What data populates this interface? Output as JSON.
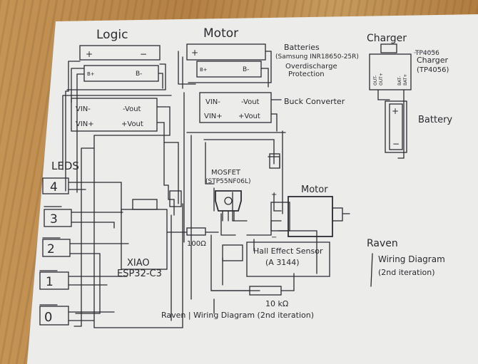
{
  "labels": {
    "logic": "Logic",
    "motor_top": "Motor",
    "charger": "Charger",
    "tp4056_strike": "TP4056",
    "batteries_1": "Batteries",
    "batteries_2": "(Samsung INR18650-25R)",
    "batteries_3": "Overdischarge",
    "batteries_4": "Protection",
    "charger_right_1": "Charger",
    "charger_right_2": "(TP4056)",
    "buck": "Buck Converter",
    "battery": "Battery",
    "leds": "LEDS",
    "mosfet_1": "MOSFET",
    "mosfet_2": "(STP55NF06L)",
    "motor_mid": "Motor",
    "xiao_1": "XIAO",
    "xiao_2": "ESP32-C3",
    "resistor_100": "100Ω",
    "hall_1": "Hall Effect Sensor",
    "hall_2": "(A 3144)",
    "resistor_10k": "10 kΩ",
    "raven_1": "Raven",
    "raven_2": "Wiring Diagram",
    "raven_3": "(2nd iteration)",
    "faded": "Raven | Wiring Diagram (2nd iteration)",
    "vin_minus": "VIN-",
    "vin_plus": "VIN+",
    "vout_minus": "-Vout",
    "vout_plus": "+Vout",
    "b_plus": "B+",
    "b_minus": "B-",
    "plus": "+",
    "minus": "−",
    "out_minus": "OUT-",
    "out_plus": "OUT+",
    "bat_minus": "BAT-",
    "bat_plus": "BAT+",
    "led_nums": [
      "4",
      "3",
      "2",
      "1",
      "0"
    ]
  },
  "colors": {
    "ink": "#2b2b33",
    "paper": "#efefef",
    "wood": "#b98a4c"
  }
}
